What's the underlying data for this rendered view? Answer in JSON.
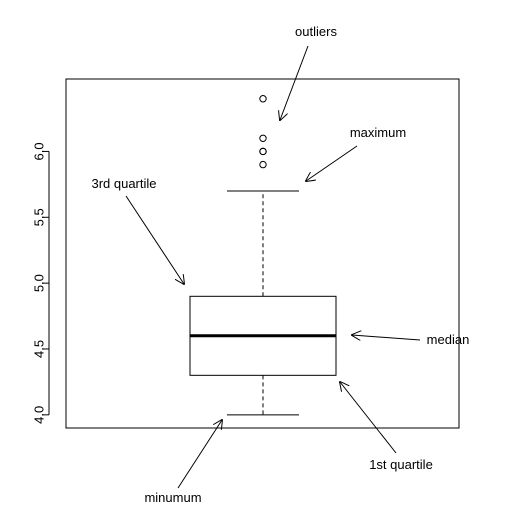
{
  "chart_data": {
    "type": "box",
    "ylim": [
      3.9,
      6.55
    ],
    "yticks": [
      "4.0",
      "4.5",
      "5.0",
      "5.5",
      "6.0"
    ],
    "ytick_values": [
      4.0,
      4.5,
      5.0,
      5.5,
      6.0
    ],
    "grid": false,
    "box": {
      "min": 4.0,
      "q1": 4.3,
      "median": 4.6,
      "q3": 4.9,
      "max": 5.7,
      "outliers": [
        5.9,
        6.0,
        6.0,
        6.1,
        6.4
      ]
    },
    "annotations": {
      "outliers": "outliers",
      "maximum": "maximum",
      "q3": "3rd quartile",
      "median": "median",
      "q1": "1st quartile",
      "minimum": "minumum"
    }
  }
}
